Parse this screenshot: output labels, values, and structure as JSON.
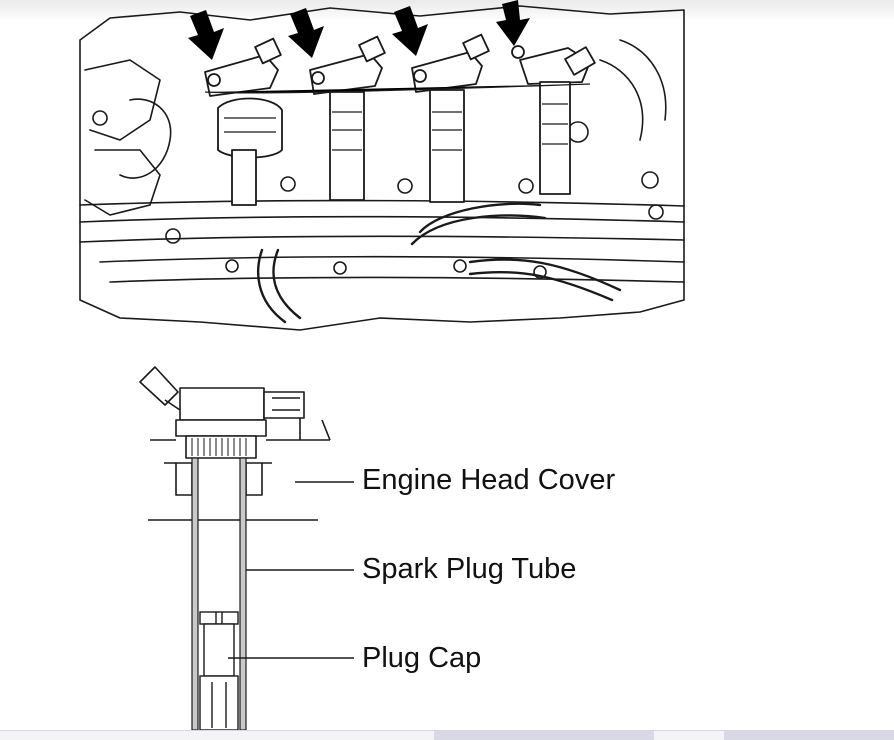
{
  "diagram": {
    "callouts": [
      {
        "id": "engine-head-cover",
        "label": "Engine Head Cover"
      },
      {
        "id": "spark-plug-tube",
        "label": "Spark Plug Tube"
      },
      {
        "id": "plug-cap",
        "label": "Plug Cap"
      }
    ],
    "colors": {
      "line": "#1a1a1a",
      "tube": "#cfcfcf",
      "arrow": "#000000",
      "bar_accent": "#d9d9e6"
    }
  }
}
